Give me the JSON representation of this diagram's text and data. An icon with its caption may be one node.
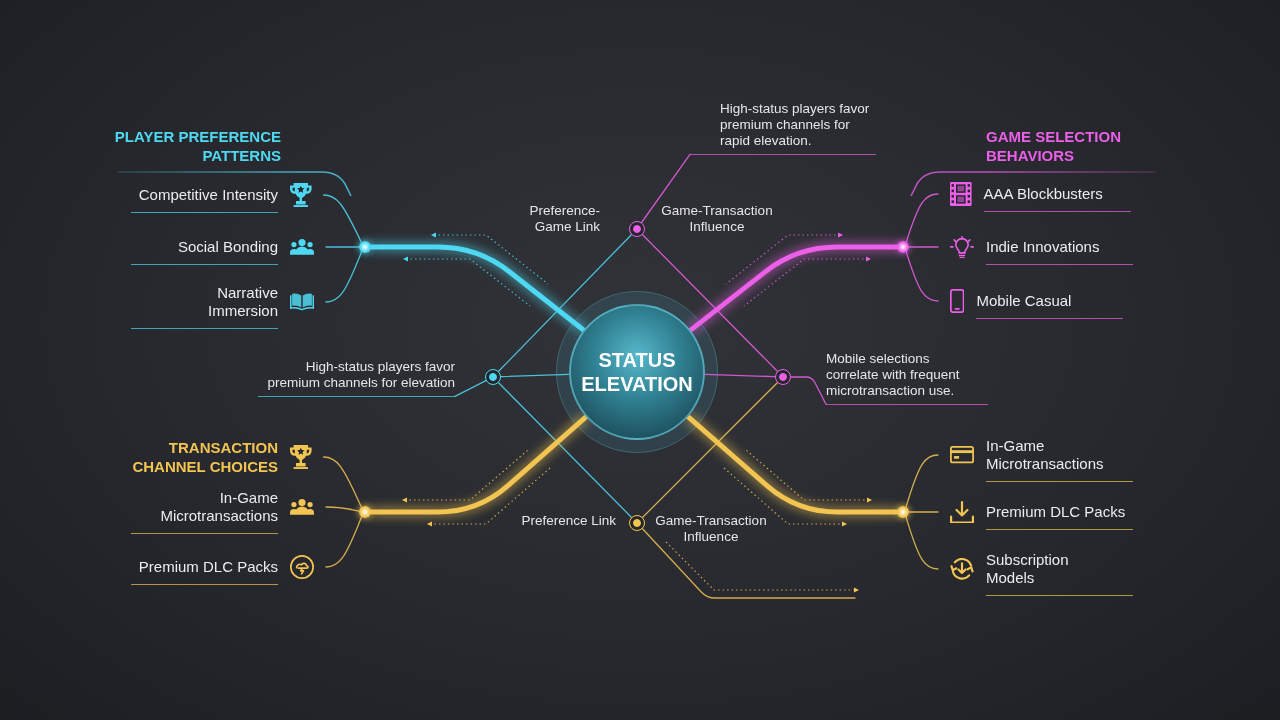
{
  "diagram": {
    "nodes": [
      {
        "text": [
          "STATUS ELEVATION"
        ]
      },
      {
        "text": [
          "Competitive Intensity"
        ]
      },
      {
        "text": [
          "Social Bonding"
        ]
      },
      {
        "text": [
          "Narrative Immersion"
        ]
      },
      {
        "text": [],
        "shape": "circle"
      },
      {
        "text": [
          "High-status players favor premium channels for rapid elevation."
        ]
      },
      {
        "text": [],
        "shape": "circle",
        "beside": [
          "Preference-Game Link",
          "Game-Transaction Influence"
        ]
      },
      {
        "text": [],
        "shape": "circle"
      },
      {
        "text": [
          "AAA Blockbusters"
        ]
      },
      {
        "text": [
          "Indie Innovations"
        ]
      },
      {
        "text": [
          "Mobile Casual"
        ]
      },
      {
        "text": [
          "High-status players favor premium channels for elevation"
        ]
      },
      {
        "text": [],
        "shape": "circle"
      },
      {
        "text": [],
        "shape": "circle"
      },
      {
        "text": [
          "Mobile selections correlate with frequent microtransaction use."
        ]
      },
      {
        "text": [
          "TRANSACTION CHANNEL CHOICES"
        ]
      },
      {
        "text": [
          "In-Game Microtransactions"
        ]
      },
      {
        "text": [
          "Premium DLC Packs"
        ]
      },
      {
        "text": [],
        "shape": "circle"
      },
      {
        "text": [],
        "shape": "circle",
        "beside": [
          "Preference Link",
          "Game-Transaction Influence"
        ]
      },
      {
        "text": [],
        "shape": "circle"
      },
      {
        "text": [
          "In-Game Microtransactions"
        ]
      },
      {
        "text": [
          "Premium DLC Packs"
        ]
      },
      {
        "text": [
          "Subscription Models"
        ]
      }
    ],
    "edges": [
      {
        "from": 1,
        "to": 4,
        "arrow": "none",
        "color": "#4fd8f2"
      },
      {
        "from": 2,
        "to": 4,
        "arrow": "none",
        "color": "#4fd8f2"
      },
      {
        "from": 3,
        "to": 4,
        "arrow": "none",
        "color": "#4fd8f2"
      },
      {
        "from": 4,
        "to": 0,
        "arrow": "none",
        "style": "thick",
        "color": "#4fd8f2"
      },
      {
        "from": 0,
        "to": 7,
        "arrow": "none",
        "style": "thick",
        "color": "#ec5fe8"
      },
      {
        "from": 7,
        "to": 8,
        "arrow": "none",
        "color": "#ec5fe8"
      },
      {
        "from": 7,
        "to": 9,
        "arrow": "none",
        "color": "#ec5fe8"
      },
      {
        "from": 7,
        "to": 10,
        "arrow": "none",
        "color": "#ec5fe8"
      },
      {
        "from": 5,
        "to": 6,
        "arrow": "none",
        "color": "#ec5fe8"
      },
      {
        "from": 12,
        "to": 6,
        "arrow": "none",
        "color": "#4fd8f2"
      },
      {
        "from": 6,
        "to": 13,
        "arrow": "none",
        "color": "#ec5fe8"
      },
      {
        "from": 11,
        "to": 12,
        "arrow": "none",
        "color": "#4fd8f2"
      },
      {
        "from": 12,
        "to": 0,
        "arrow": "none",
        "color": "#4fd8f2"
      },
      {
        "from": 0,
        "to": 13,
        "arrow": "none",
        "color": "#ec5fe8"
      },
      {
        "from": 13,
        "to": 14,
        "arrow": "none",
        "color": "#ec5fe8"
      },
      {
        "from": 12,
        "to": 19,
        "arrow": "none",
        "color": "#4fd8f2"
      },
      {
        "from": 13,
        "to": 19,
        "arrow": "none"
      },
      {
        "from": 15,
        "to": 18,
        "arrow": "none"
      },
      {
        "from": 16,
        "to": 18,
        "arrow": "none"
      },
      {
        "from": 17,
        "to": 18,
        "arrow": "none"
      },
      {
        "from": 18,
        "to": 0,
        "arrow": "none",
        "style": "thick"
      },
      {
        "from": 0,
        "to": 20,
        "arrow": "none",
        "style": "thick"
      },
      {
        "from": 20,
        "to": 21,
        "arrow": "none"
      },
      {
        "from": 20,
        "to": 22,
        "arrow": "none"
      },
      {
        "from": 20,
        "to": 23,
        "arrow": "none"
      },
      {
        "from": 19,
        "to": null,
        "arrow": "none"
      }
    ],
    "labels": [
      "PLAYER PREFERENCE PATTERNS",
      "GAME SELECTION BEHAVIORS"
    ]
  }
}
